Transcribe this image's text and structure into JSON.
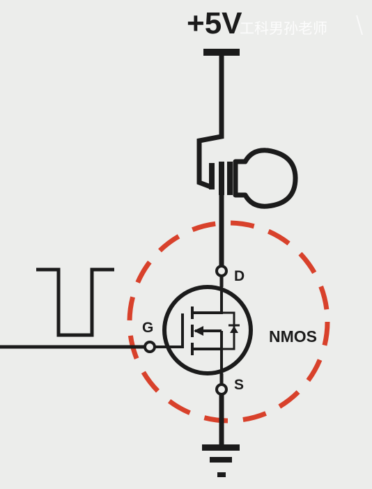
{
  "supply_label": "+5V",
  "watermark": "工科男孙老师",
  "pins": {
    "drain": "D",
    "gate": "G",
    "source": "S"
  },
  "device_label": "NMOS",
  "colors": {
    "background": "#ecedeb",
    "wire": "#1b1b1b",
    "highlight_circle": "#d8412b"
  }
}
